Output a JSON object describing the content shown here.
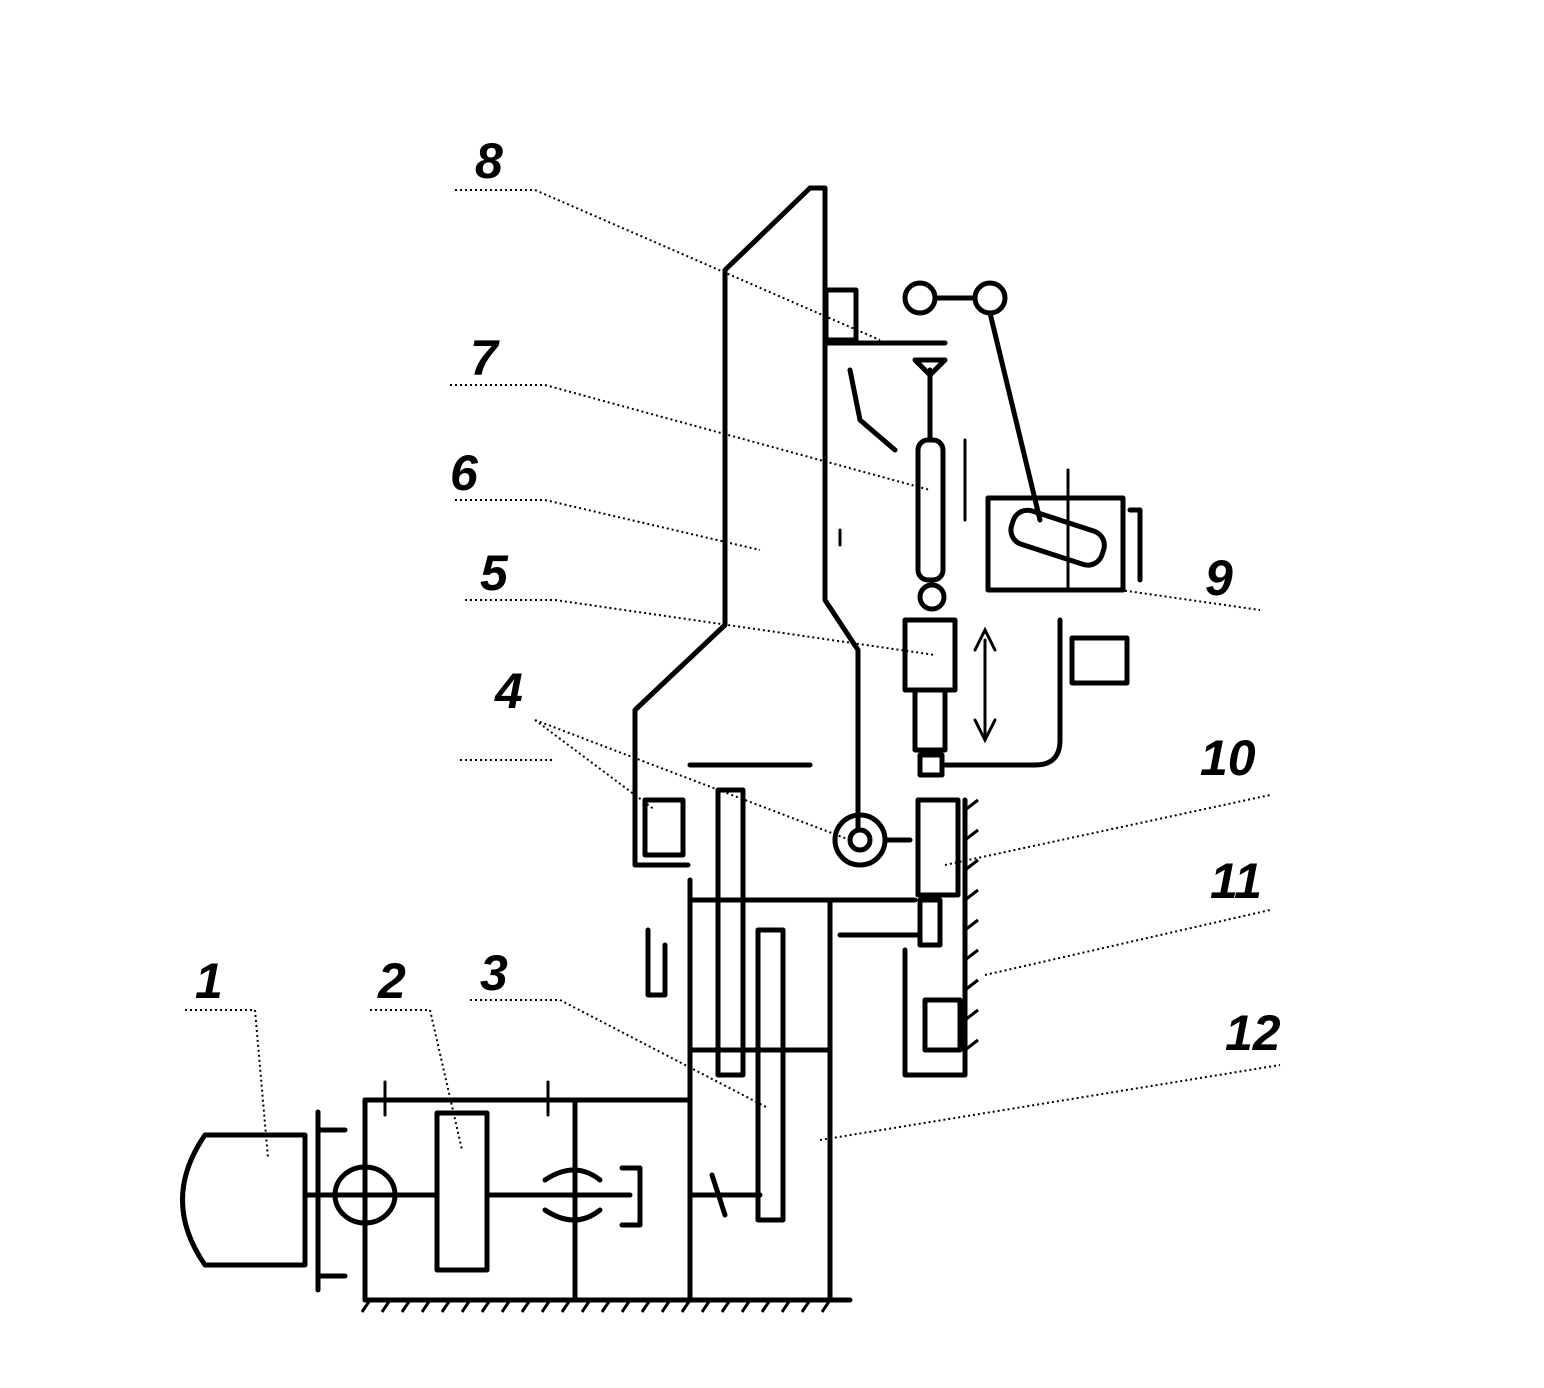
{
  "labels": [
    {
      "id": "1",
      "text": "1"
    },
    {
      "id": "2",
      "text": "2"
    },
    {
      "id": "3",
      "text": "3"
    },
    {
      "id": "4",
      "text": "4"
    },
    {
      "id": "5",
      "text": "5"
    },
    {
      "id": "6",
      "text": "6"
    },
    {
      "id": "7",
      "text": "7"
    },
    {
      "id": "8",
      "text": "8"
    },
    {
      "id": "9",
      "text": "9"
    },
    {
      "id": "10",
      "text": "10"
    },
    {
      "id": "11",
      "text": "11"
    },
    {
      "id": "12",
      "text": "12"
    }
  ],
  "colors": {
    "ink": "#000000",
    "paper": "#ffffff"
  }
}
